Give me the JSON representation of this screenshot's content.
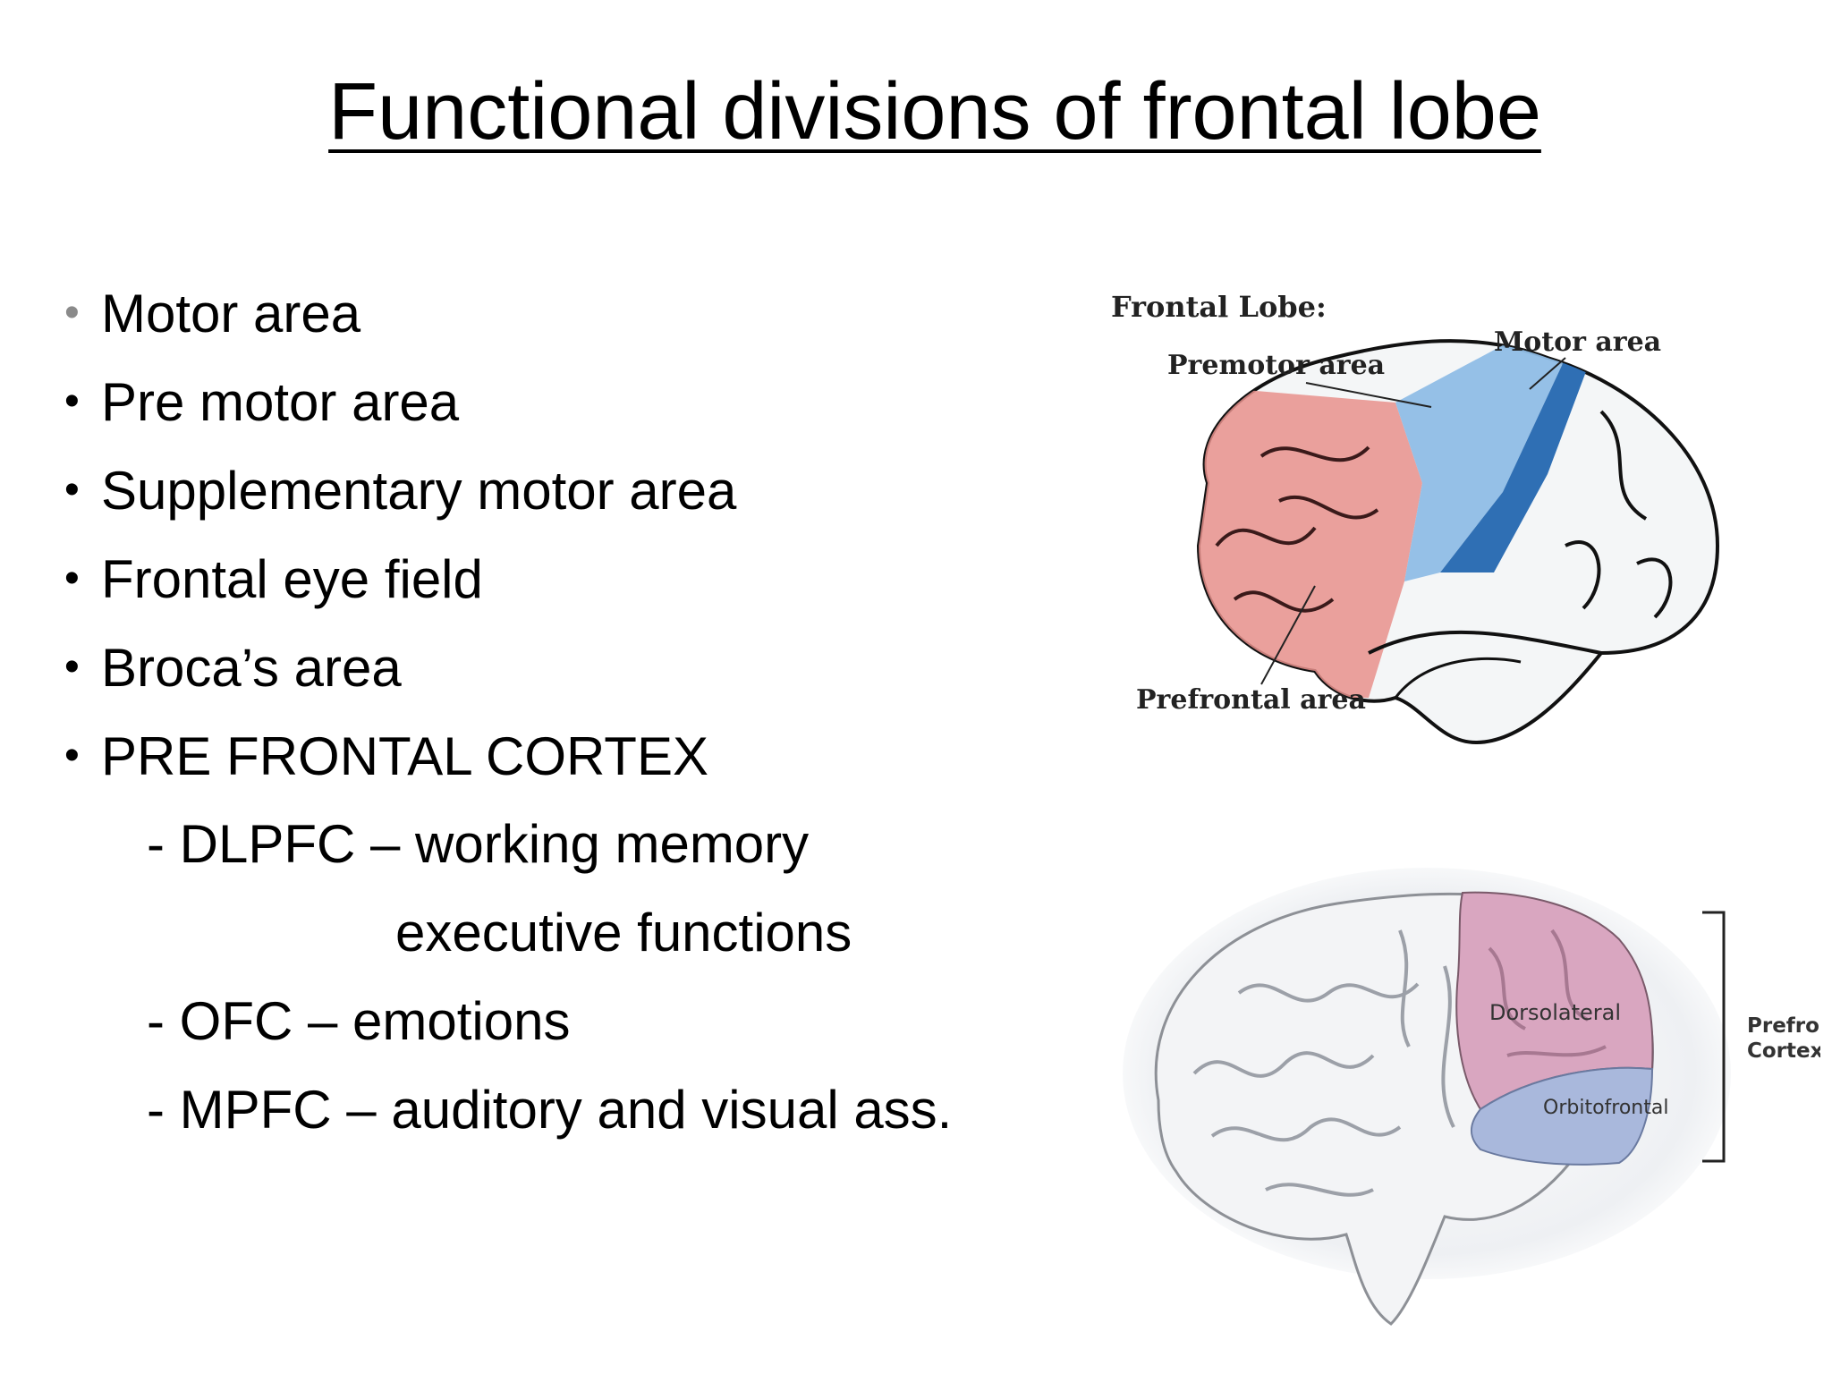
{
  "title": "Functional divisions of frontal lobe",
  "bullets": [
    "Motor area",
    "Pre motor area",
    "Supplementary motor area",
    "Frontal eye field",
    "Broca’s area",
    "PRE FRONTAL CORTEX"
  ],
  "bullet_glyph": "•",
  "sub_items": [
    "- DLPFC – working memory",
    "executive functions",
    "- OFC – emotions",
    "- MPFC – auditory and visual ass."
  ],
  "figure_top": {
    "heading": "Frontal Lobe:",
    "labels": {
      "premotor": "Premotor area",
      "motor": "Motor area",
      "prefrontal": "Prefrontal area"
    },
    "colors": {
      "prefrontal": "#e8908c",
      "premotor": "#8fbde6",
      "motor": "#2f6fb4"
    }
  },
  "figure_bottom": {
    "labels": {
      "dorsolateral": "Dorsolateral",
      "orbitofrontal": "Orbitofrontal",
      "prefrontal_cortex_line1": "Prefrontal",
      "prefrontal_cortex_line2": "Cortex"
    },
    "colors": {
      "dorsolateral": "#d9a6c0",
      "orbitofrontal": "#a9b8dc"
    }
  }
}
